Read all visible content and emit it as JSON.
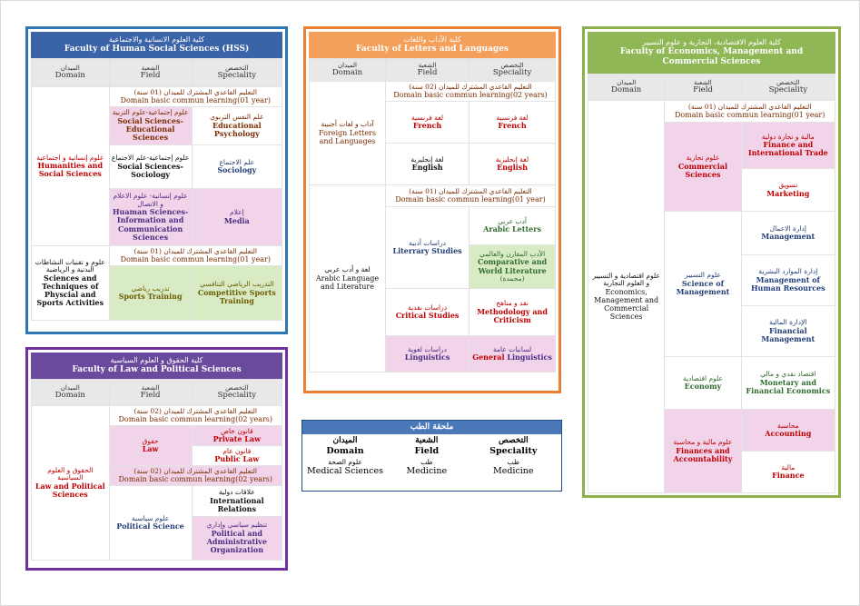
{
  "hss": {
    "title_ar": "كلية العلوم الانسانية والاجتماعية",
    "title_en": "Faculty of Human Social Sciences (HSS)",
    "colors": {
      "border": "#2e75b6",
      "header": "#3a63a8",
      "pink": "#f2d4ea"
    },
    "headers": {
      "domain_ar": "الميدان",
      "domain_en": "Domain",
      "field_ar": "الشعبة",
      "field_en": "Field",
      "spec_ar": "التخصص",
      "spec_en": "Speciality"
    },
    "d1_ar": "علوم إنسانية و اجتماعية",
    "d1_en": "Humanities and Social Sciences",
    "common1_ar": "التعليم القاعدي المشترك للميدان (01 سنة)",
    "common1_en": "Domain basic commun learning(01 year)",
    "f1_ar": "علوم إجتماعية-علوم التربية",
    "f1_en": "Social Sciences-Educational Sciences",
    "s1_ar": "علم النفس التربوي",
    "s1_en": "Educational Psychology",
    "f2_ar": "علوم إجتماعية-علم الاجتماع",
    "f2_en": "Social Sciences-Sociology",
    "s2_ar": "علم الاجتماع",
    "s2_en": "Sociology",
    "f3_ar": "علوم إنسانية- علوم الاعلام و الاتصال",
    "f3_en": "Huaman Sciences-Information and Communication Sciences",
    "s3_ar": "إعلام",
    "s3_en": "Media",
    "d2_ar": "علوم و تقنيات النشاطات البدنية و الرياضية",
    "d2_en": "Sciences and Techniques of Physcial and Sports Activities",
    "common2_ar": "التعليم القاعدي المشترك للميدان (01 سنة)",
    "common2_en": "Domain basic commun learning(01 year)",
    "f4_ar": "تدريب رياضي",
    "f4_en": "Sports Training",
    "s4_ar": "التدريب الرياضي التنافسي",
    "s4_en": "Competitive Sports Training"
  },
  "law": {
    "title_ar": "كلية الحقوق و العلوم السياسية",
    "title_en": "Faculty of Law and Political Sciences",
    "colors": {
      "border": "#7030a0",
      "header": "#6a4a9c"
    },
    "headers": {
      "domain_ar": "الميدان",
      "domain_en": "Domain",
      "field_ar": "الشعبة",
      "field_en": "Field",
      "spec_ar": "التخصص",
      "spec_en": "Speciality"
    },
    "d_ar": "الحقوق و العلوم السياسية",
    "d_en": "Law and Political Sciences",
    "common1_ar": "التعليم القاعدي المشترك للميدان (02 سنة)",
    "common1_en": "Domain basic commun learning(02 years)",
    "f1_ar": "حقوق",
    "f1_en": "Law",
    "s1_ar": "قانون خاص",
    "s1_en": "Private Law",
    "s2_ar": "قانون عام",
    "s2_en": "Public Law",
    "common2_ar": "التعليم القاعدي المشترك للميدان (02 سنة)",
    "common2_en": "Domain basic commun learning(02 years)",
    "f2_ar": "علوم سياسية",
    "f2_en": "Political Science",
    "s3_ar": "علاقات دولية",
    "s3_en": "International Relations",
    "s4_ar": "تنظيم سياسي وإداري",
    "s4_en": "Political and Administrative Organization"
  },
  "letters": {
    "title_ar": "كلية الآداب واللغات",
    "title_en": "Faculty of Letters and Languages",
    "colors": {
      "border": "#ed7d31",
      "header": "#f4a05a"
    },
    "headers": {
      "domain_ar": "الميدان",
      "domain_en": "Domain",
      "field_ar": "الشعبة",
      "field_en": "Field",
      "spec_ar": "التخصص",
      "spec_en": "Speciality"
    },
    "d1_ar": "آداب و لغات أجنبية",
    "d1_en": "Foreign Letters and Languages",
    "common1_ar": "التعليم القاعدي المشترك للميدان (02 سنة)",
    "common1_en": "Domain basic commun learning(02 years)",
    "f1_ar": "لغة فرنسية",
    "f1_en": "French",
    "s1_ar": "لغة فرنسية",
    "s1_en": "French",
    "f2_ar": "لغة إنجليزية",
    "f2_en": "English",
    "s2_ar": "لغة إنجليزية",
    "s2_en": "English",
    "d2_ar": "لغة و أدب عربي",
    "d2_en": "Arabic Language and Literature",
    "common2_ar": "التعليم القاعدي المشترك للميدان (01 سنة)",
    "common2_en": "Domain basic commun learning(01 year)",
    "f3_ar": "دراسات أدبية",
    "f3_en": "Literrary Studies",
    "s3_ar": "أدب عربي",
    "s3_en": "Arabic Letters",
    "s4_ar": "الأدب المقارن والعالمي",
    "s4_en": "Comparative and World Literature",
    "s4_note": "(مجمدة)",
    "f4_ar": "دراسات نقدية",
    "f4_en": "Critical Studies",
    "s5_ar": "نقد و مناهج",
    "s5_en": "Methodology and Criticism",
    "f5_ar": "دراسات لغوية",
    "f5_en": "Linguistics",
    "s6_ar": "لسانيات عامة",
    "s6_en1": "General",
    "s6_en2": "Linguistics"
  },
  "medicine": {
    "title_ar": "ملحقة الطب",
    "colors": {
      "border": "#1f4e8a",
      "header": "#4a78b8"
    },
    "headers": {
      "domain_ar": "الميدان",
      "domain_en": "Domain",
      "field_ar": "الشعبة",
      "field_en": "Field",
      "spec_ar": "التخصص",
      "spec_en": "Speciality"
    },
    "domain_ar": "علوم الصحة",
    "domain_en": "Medical Sciences",
    "field_ar": "طب",
    "field_en": "Medicine",
    "spec_ar": "طب",
    "spec_en": "Medicine"
  },
  "eco": {
    "title_ar": "كلية العلوم الاقتصادية، التجارية و علوم التسيير",
    "title_en": "Faculty of Economics, Management and Commercial Sciences",
    "colors": {
      "border": "#8db04a",
      "header": "#8fb756"
    },
    "headers": {
      "domain_ar": "الميدان",
      "domain_en": "Domain",
      "field_ar": "الشعبة",
      "field_en": "Field",
      "spec_ar": "التخصص",
      "spec_en": "Speciality"
    },
    "d_ar": "علوم اقتصادية و التسيير و العلوم التجارية",
    "d_en": "Economics, Management and Commercial Sciences",
    "common_ar": "التعليم القاعدي المشترك للميدان (01 سنة)",
    "common_en": "Domain basic commun learning(01 year)",
    "f1_ar": "علوم تجارية",
    "f1_en": "Commercial Sciences",
    "s1_ar": "مالية و تجارة دولية",
    "s1_en": "Finance and International Trade",
    "s2_ar": "تسويق",
    "s2_en": "Marketing",
    "f2_ar": "علوم التسيير",
    "f2_en": "Science of Management",
    "s3_ar": "إدارة الاعمال",
    "s3_en": "Management",
    "s4_ar": "إدارة الموارد البشرية",
    "s4_en": "Management of Human Resources",
    "s5_ar": "الإدارة المالية",
    "s5_en": "Financial Management",
    "f3_ar": "علوم اقتصادية",
    "f3_en": "Economy",
    "s6_ar": "اقتصاد نقدي و مالي",
    "s6_en": "Monetary and Financial Economics",
    "f4_ar": "علوم مالية و محاسبة",
    "f4_en": "Finances and Accountability",
    "s7_ar": "محاسبة",
    "s7_en": "Accounting",
    "s8_ar": "مالية",
    "s8_en": "Finance"
  }
}
